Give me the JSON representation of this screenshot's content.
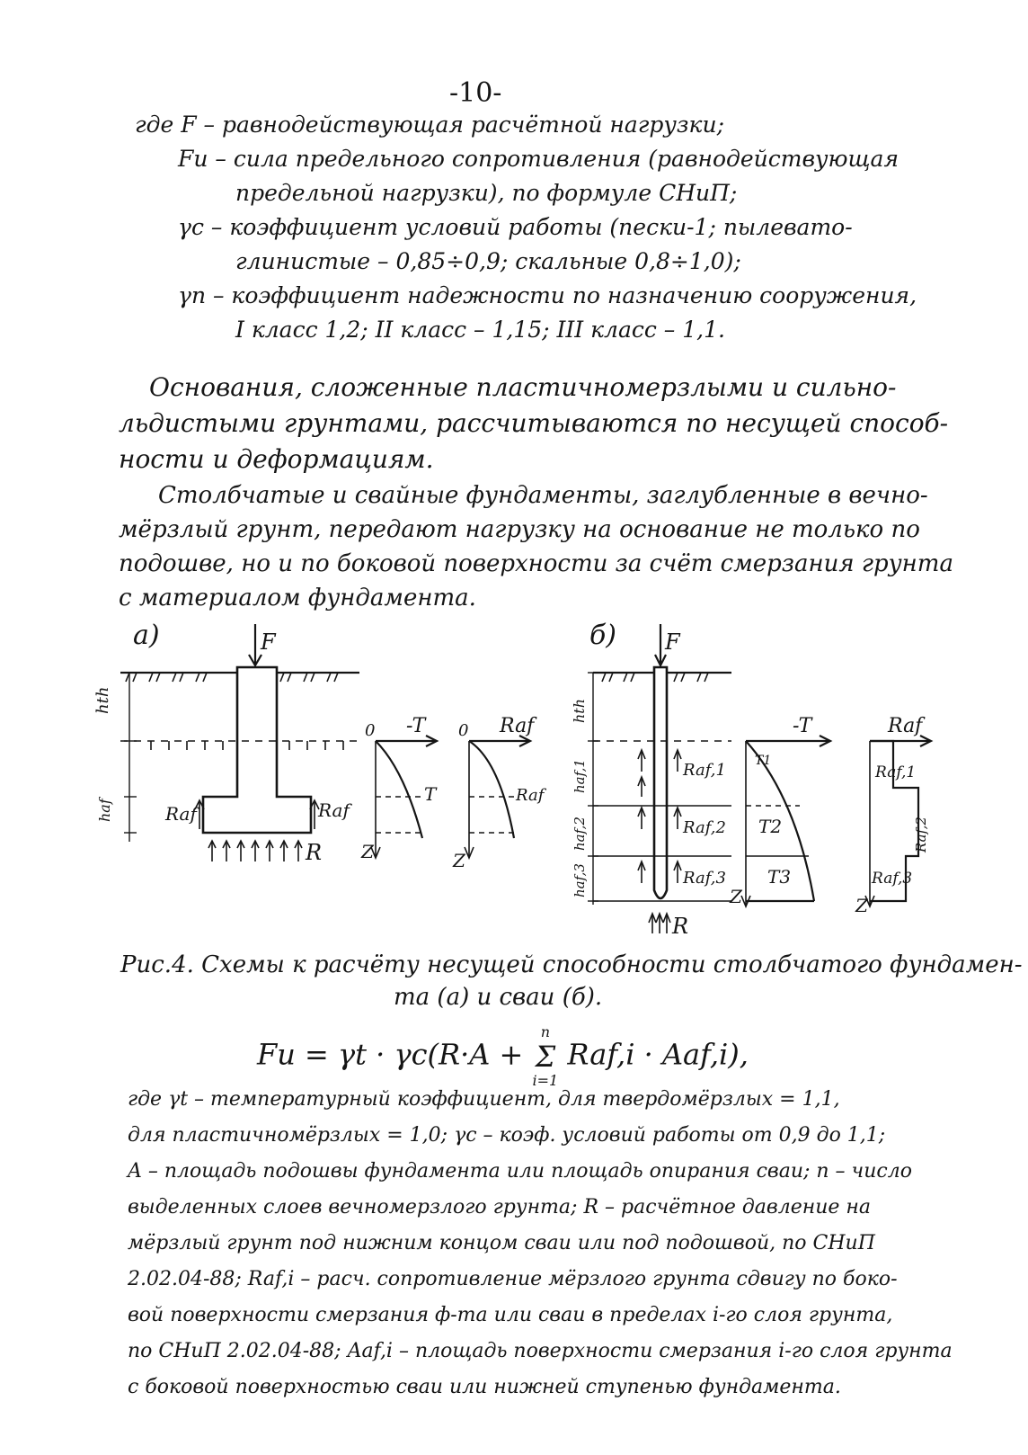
{
  "page_number": "-10-",
  "text_lines": [
    "где F – равнодействующая расчётной нагрузки;",
    "Fu – сила предельного сопротивления (равнодействующая",
    "предельной нагрузки), по формуле СНиП;",
    "γc – коэффициент условий работы (пески-1; пылевато-",
    "глинистые – 0,85÷0,9; скальные 0,8÷1,0);",
    "γn – коэффициент надежности по назначению сооружения,",
    "I класс 1,2; II класс – 1,15; III класс – 1,1.",
    "Основания, сложенные пластичномерзлыми и сильно-",
    "льдистыми грунтами, рассчитываются по несущей способ-",
    "ности и деформациям.",
    "Столбчатые и свайные фундаменты, заглубленные в вечно-",
    "мёрзлый грунт, передают нагрузку на основание не только по",
    "подошве, но и по боковой поверхности за счёт смерзания грунта",
    "с материалом фундамента."
  ],
  "figure": {
    "label_a": "а)",
    "label_b": "б)",
    "force": "F",
    "shear": "-T",
    "shear_b": "-T",
    "t_label": "T",
    "raf_label": "Raf",
    "raf_left": "Raf",
    "raf_right": "Raf",
    "raf_curve": "Raf",
    "raf_col_b": "Raf",
    "reaction": "R",
    "reaction_b": "R",
    "zero": "0",
    "zero2": "0",
    "z_axis": "Z",
    "z_axis2": "Z",
    "z_axis_b1": "Z",
    "z_axis_b2": "Z",
    "dim_hth": "hth",
    "dim_haf": "haf",
    "dim_hth_b": "hth",
    "dim_haf1": "haf,1",
    "dim_haf2": "haf,2",
    "dim_haf3": "haf,3",
    "raf1": "Raf,1",
    "raf2": "Raf,2",
    "raf3": "Raf,3",
    "rcol1": "Raf,1",
    "rcol2": "Raf,2",
    "rcol3": "Raf,3",
    "t1": "T1",
    "t2": "T2",
    "t3": "T3"
  },
  "caption_line1": "Рис.4. Схемы к расчёту несущей способности столбчатого фундамен-",
  "caption_line2": "та (а) и сваи (б).",
  "formula": {
    "lhs": "Fu = γt · γc",
    "body": "(R·A + ",
    "sum_top": "n",
    "sum_sigma": "Σ",
    "sum_bottom": "i=1",
    "term": " Raf,i · Aaf,i),"
  },
  "after_lines": [
    "где γt – температурный коэффициент, для твердомёрзлых = 1,1,",
    "для пластичномёрзлых = 1,0; γc – коэф. условий работы от 0,9 до 1,1;",
    "A – площадь подошвы фундамента или площадь опирания сваи; n – число",
    "выделенных слоев вечномерзлого грунта; R – расчётное давление на",
    "мёрзлый грунт под нижним концом сваи или под подошвой, по СНиП",
    "2.02.04-88; Raf,i – расч. сопротивление мёрзлого грунта сдвигу по боко-",
    "вой поверхности смерзания ф-та или сваи в пределах i-го слоя грунта,",
    "по СНиП 2.02.04-88; Aaf,i – площадь поверхности смерзания i-го слоя грунта",
    "с боковой поверхностью сваи или нижней ступенью фундамента."
  ]
}
